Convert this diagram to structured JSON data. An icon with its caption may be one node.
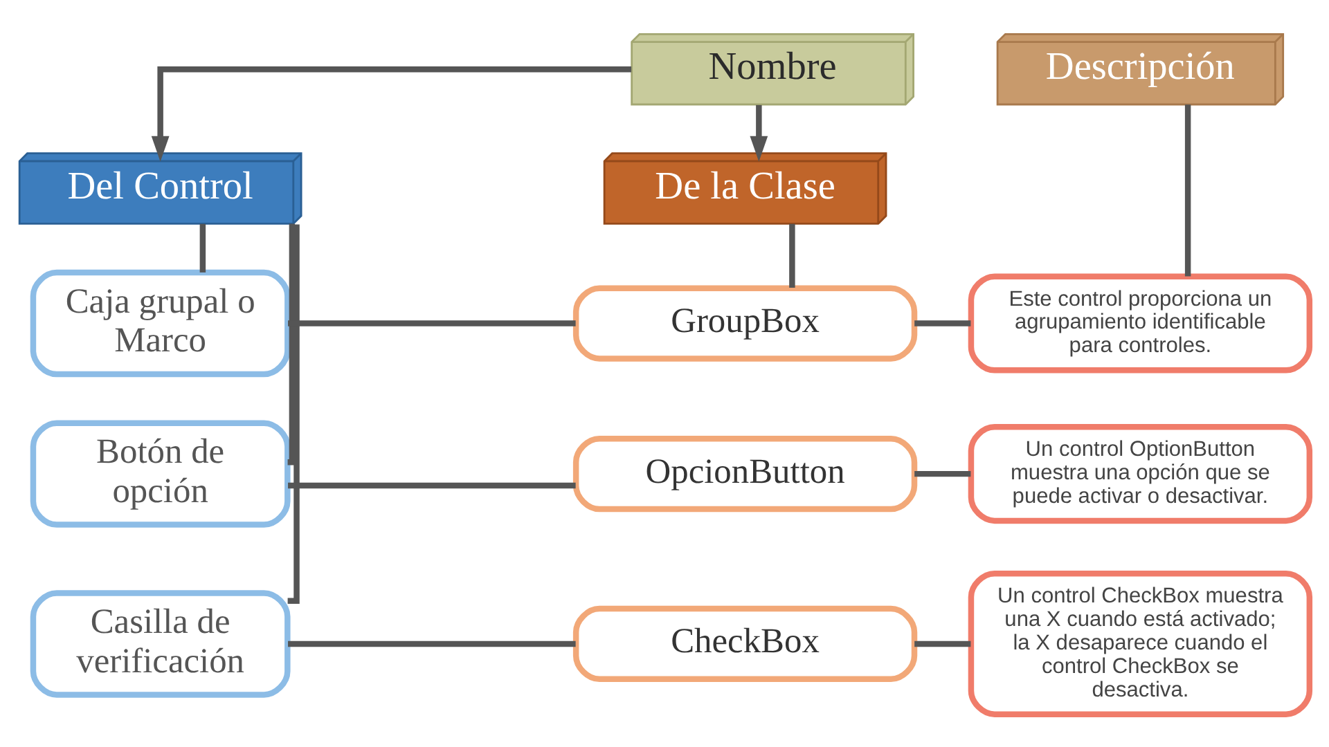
{
  "diagram": {
    "nodes": [
      {
        "text": [
          "Nombre"
        ]
      },
      {
        "text": [
          "Descripción"
        ]
      },
      {
        "text": [
          "Del Control"
        ]
      },
      {
        "text": [
          "De la Clase"
        ]
      },
      {
        "text": [
          "Caja grupal o Marco"
        ]
      },
      {
        "text": [
          "GroupBox"
        ]
      },
      {
        "text": [
          "Este control proporciona un agrupamiento identificable para controles."
        ]
      },
      {
        "text": [
          "Botón de opción"
        ]
      },
      {
        "text": [
          "OpcionButton"
        ]
      },
      {
        "text": [
          "Un control OptionButton muestra una opción que se puede activar o desactivar."
        ]
      },
      {
        "text": [
          "Casilla de verificación"
        ]
      },
      {
        "text": [
          "CheckBox"
        ]
      },
      {
        "text": [
          "Un control CheckBox muestra una X cuando está activado; la X desaparece cuando el control CheckBox se desactiva."
        ]
      }
    ],
    "edges": [
      {
        "from": 0,
        "to": 2,
        "arrow": "to"
      },
      {
        "from": 0,
        "to": 3,
        "arrow": "to"
      },
      {
        "from": 1,
        "to": 6,
        "arrow": "none"
      },
      {
        "from": 2,
        "to": 4,
        "arrow": "none"
      },
      {
        "from": 2,
        "to": 7,
        "arrow": "none"
      },
      {
        "from": 2,
        "to": 10,
        "arrow": "none"
      },
      {
        "from": 3,
        "to": 5,
        "arrow": "none"
      },
      {
        "from": 4,
        "to": 5,
        "arrow": "none"
      },
      {
        "from": 5,
        "to": 6,
        "arrow": "none"
      },
      {
        "from": 7,
        "to": 8,
        "arrow": "none"
      },
      {
        "from": 8,
        "to": 9,
        "arrow": "none"
      },
      {
        "from": 10,
        "to": 11,
        "arrow": "none"
      },
      {
        "from": 11,
        "to": 12,
        "arrow": "none"
      }
    ]
  }
}
